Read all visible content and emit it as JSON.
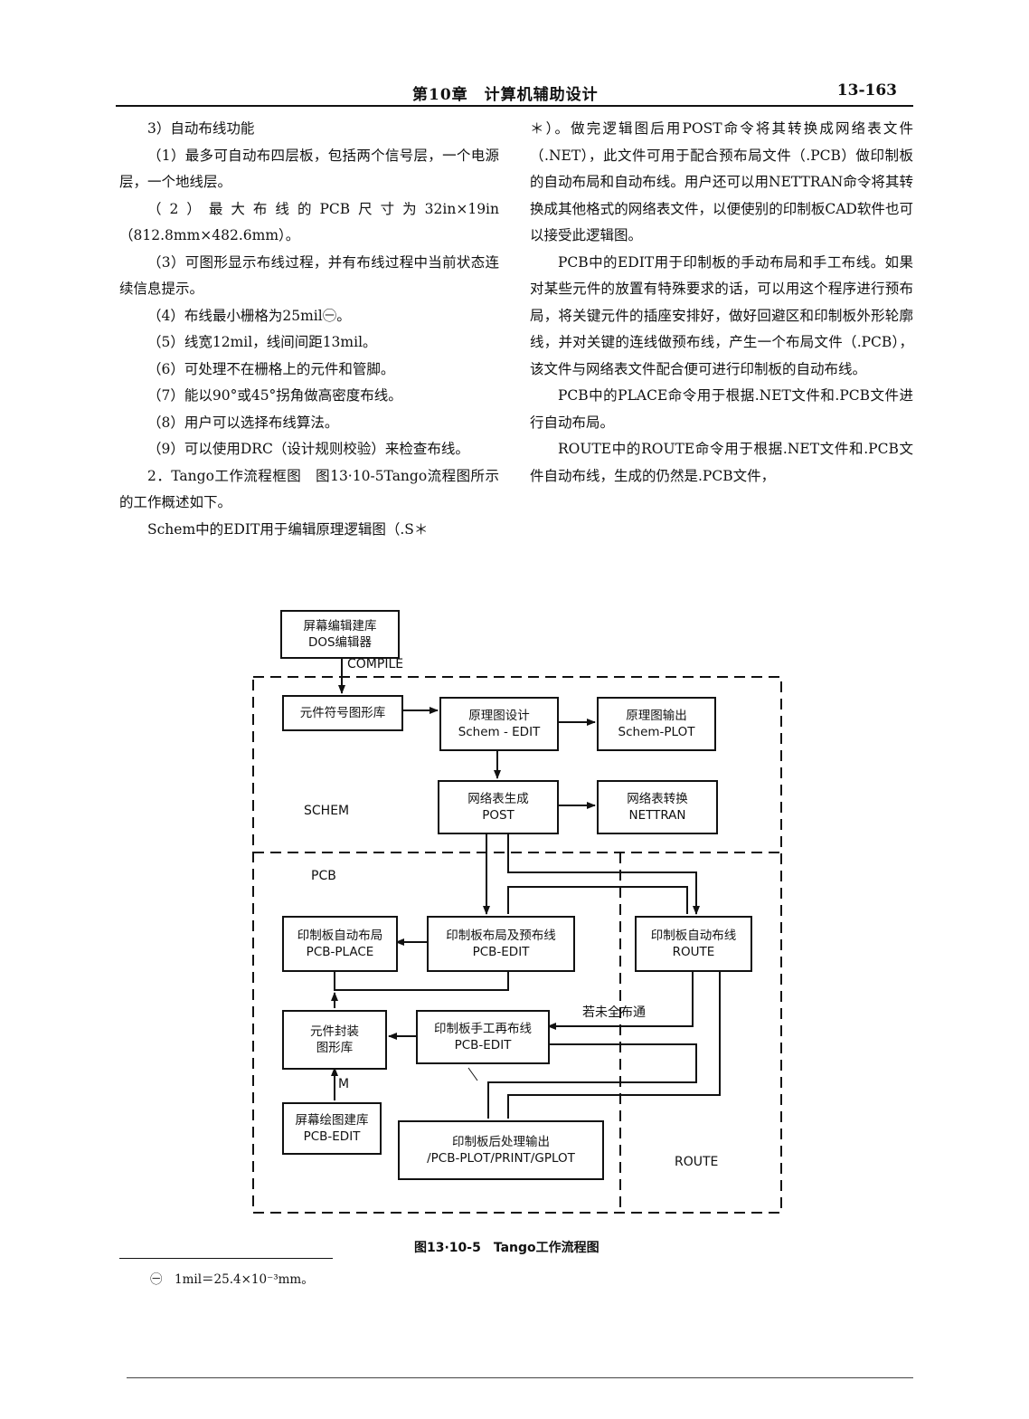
{
  "header": {
    "title": "第10章　计算机辅助设计",
    "page_number": "13-163"
  },
  "left_column": [
    {
      "text": "3）自动布线功能",
      "indent": true
    },
    {
      "text": "（1）最多可自动布四层板，包括两个信号层，一个电源层，一个地线层。",
      "indent": true
    },
    {
      "text": "（2）最大布线的PCB尺寸为32in×19in（812.8mm×482.6mm）。",
      "indent": true
    },
    {
      "text": "（3）可图形显示布线过程，并有布线过程中当前状态连续信息提示。",
      "indent": true
    },
    {
      "text": "（4）布线最小栅格为25mil㊀。",
      "indent": true
    },
    {
      "text": "（5）线宽12mil，线间间距13mil。",
      "indent": true
    },
    {
      "text": "（6）可处理不在栅格上的元件和管脚。",
      "indent": true
    },
    {
      "text": "（7）能以90°或45°拐角做高密度布线。",
      "indent": true
    },
    {
      "text": "（8）用户可以选择布线算法。",
      "indent": true
    },
    {
      "text": "（9）可以使用DRC（设计规则校验）来检查布线。",
      "indent": true
    },
    {
      "text": "2．Tango工作流程框图　图13·10-5Tango流程图所示的工作概述如下。",
      "indent": true
    },
    {
      "text": "Schem中的EDIT用于编辑原理逻辑图（.S＊",
      "indent": true
    }
  ],
  "right_column": [
    {
      "text": "＊）。做完逻辑图后用POST命令将其转换成网络表文件（.NET），此文件可用于配合预布局文件（.PCB）做印制板的自动布局和自动布线。用户还可以用NETTRAN命令将其转换成其他格式的网络表文件，以便使别的印制板CAD软件也可以接受此逻辑图。",
      "indent": false
    },
    {
      "text": "PCB中的EDIT用于印制板的手动布局和手工布线。如果对某些元件的放置有特殊要求的话，可以用这个程序进行预布局，将关键元件的插座安排好，做好回避区和印制板外形轮廓线，并对关键的连线做预布线，产生一个布局文件（.PCB），该文件与网络表文件配合便可进行印制板的自动布线。",
      "indent": true
    },
    {
      "text": "PCB中的PLACE命令用于根据.NET文件和.PCB文件进行自动布局。",
      "indent": true
    },
    {
      "text": "ROUTE中的ROUTE命令用于根据.NET文件和.PCB文件自动布线，生成的仍然是.PCB文件，",
      "indent": true
    }
  ],
  "diagram": {
    "boxes": {
      "dos_editor": [
        "屏幕编辑建库",
        "DOS编辑器"
      ],
      "symbol_lib": [
        "元件符号图形库"
      ],
      "schem_edit": [
        "原理图设计",
        "Schem - EDIT"
      ],
      "schem_plot": [
        "原理图输出",
        "Schem-PLOT"
      ],
      "post": [
        "网络表生成",
        "POST"
      ],
      "nettran": [
        "网络表转换",
        "NETTRAN"
      ],
      "pcb_place": [
        "印制板自动布局",
        "PCB-PLACE"
      ],
      "pcb_edit_layout": [
        "印制板布局及预布线",
        "PCB-EDIT"
      ],
      "route": [
        "印制板自动布线",
        "ROUTE"
      ],
      "footprint_lib": [
        "元件封装",
        "图形库"
      ],
      "pcb_edit_manual": [
        "印制板手工再布线",
        "PCB-EDIT"
      ],
      "pcb_edit_lib": [
        "屏幕绘图建库",
        "PCB-EDIT"
      ],
      "post_output": [
        "印制板后处理输出",
        "/PCB-PLOT/PRINT/GPLOT"
      ]
    },
    "labels": {
      "compile": "COMPILE",
      "schem": "SCHEM",
      "pcb": "PCB",
      "route_region": "ROUTE",
      "m": "M",
      "not_complete": "若未全布通"
    }
  },
  "caption": "图13·10-5　Tango工作流程图",
  "footnote": "㊀　1mil＝25.4×10⁻³mm。"
}
